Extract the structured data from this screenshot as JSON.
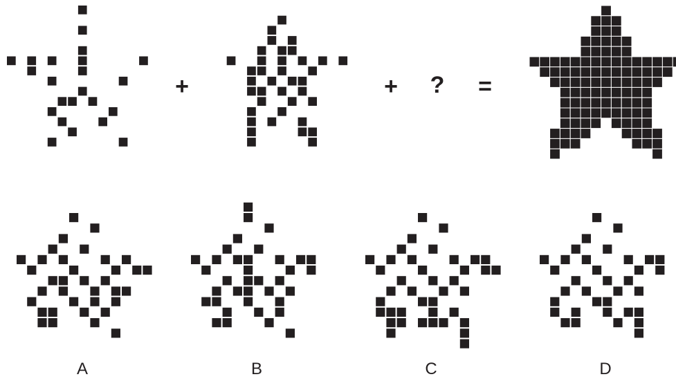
{
  "puzzle": {
    "operators": {
      "plus_1": "+",
      "plus_2": "+",
      "question": "?",
      "equals": "="
    },
    "options": {
      "a": "A",
      "b": "B",
      "c": "C",
      "d": "D"
    }
  },
  "colors": {
    "cell": "#231f20",
    "background": "#ffffff",
    "grid_line": "#ffffff"
  }
}
